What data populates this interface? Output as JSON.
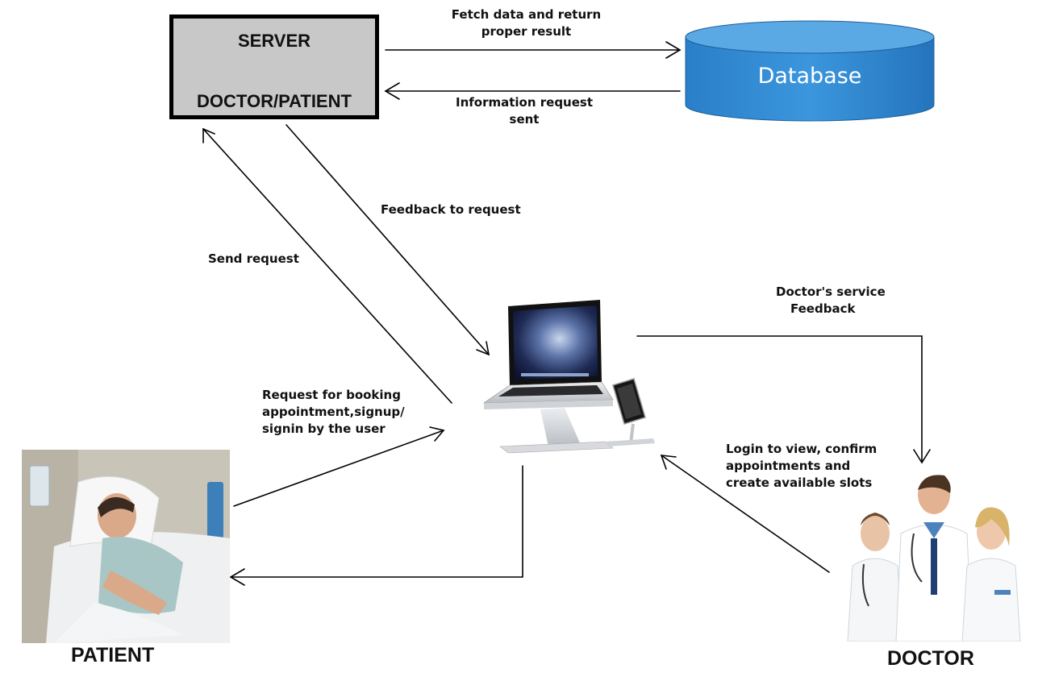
{
  "server": {
    "line1": "SERVER",
    "line2": "DOCTOR/PATIENT"
  },
  "database": {
    "label": "Database"
  },
  "patient": {
    "caption": "PATIENT"
  },
  "doctor": {
    "caption": "DOCTOR"
  },
  "edges": {
    "fetch_data": [
      "Fetch data and return",
      "proper result"
    ],
    "info_request": [
      "Information request",
      "sent"
    ],
    "feedback_to_request": "Feedback to request",
    "send_request": "Send request",
    "doctor_service_feedback": [
      "Doctor's service",
      "Feedback"
    ],
    "booking_request": [
      "Request for booking",
      "appointment,signup/",
      "signin by the user"
    ],
    "doctor_login": [
      "Login to view, confirm",
      "appointments and",
      "create available slots"
    ]
  },
  "colors": {
    "server_fill": "#c8c8c8",
    "database_fill": "#2e86cf",
    "database_top": "#5aa8e4",
    "arrow": "#000000"
  }
}
